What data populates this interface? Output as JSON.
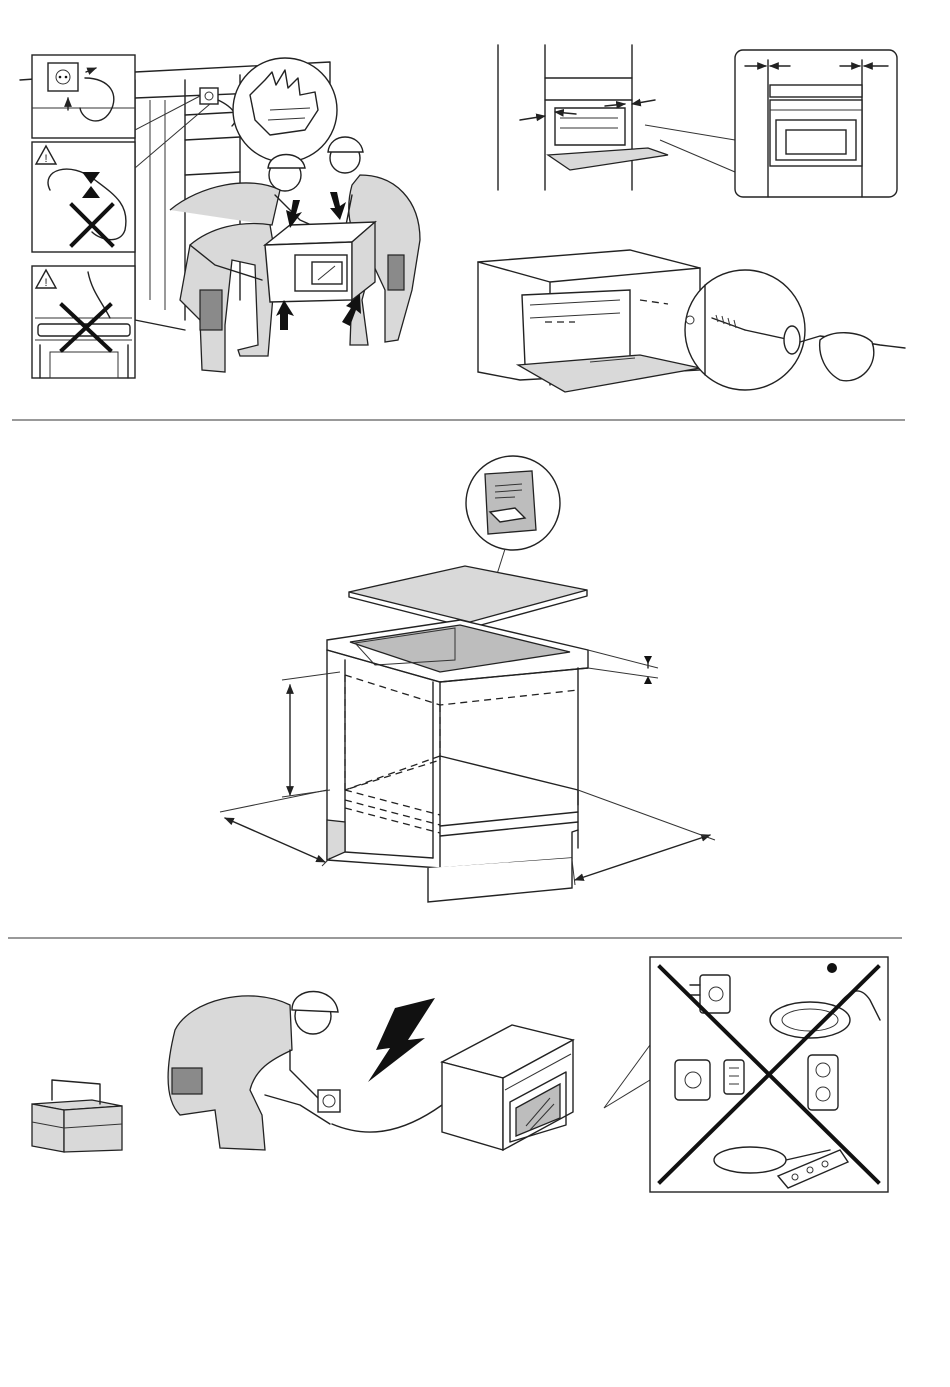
{
  "page": {
    "sections": [
      {
        "id": "transport-and-install",
        "panels": [
          "power-socket-check",
          "cable-warning",
          "handle-warning",
          "two-person-lift",
          "cabinet-gap-check",
          "gap-detail",
          "screw-fixing"
        ]
      },
      {
        "id": "cabinet-dimensions",
        "panels": [
          "manual-callout",
          "worktop-cabinet"
        ]
      },
      {
        "id": "electrical-connection",
        "panels": [
          "toolbox",
          "electrician-connecting",
          "oven-connected",
          "no-adapters"
        ]
      }
    ]
  },
  "icons": {
    "warning": "warning-triangle-icon",
    "prohibited": "cross-icon",
    "lightning": "lightning-bolt-icon",
    "arrow": "arrow-icon"
  },
  "colors": {
    "line": "#222222",
    "light_gray": "#d9d9d9",
    "mid_gray": "#bdbdbd",
    "dark_gray": "#8a8a8a",
    "background": "#ffffff"
  }
}
